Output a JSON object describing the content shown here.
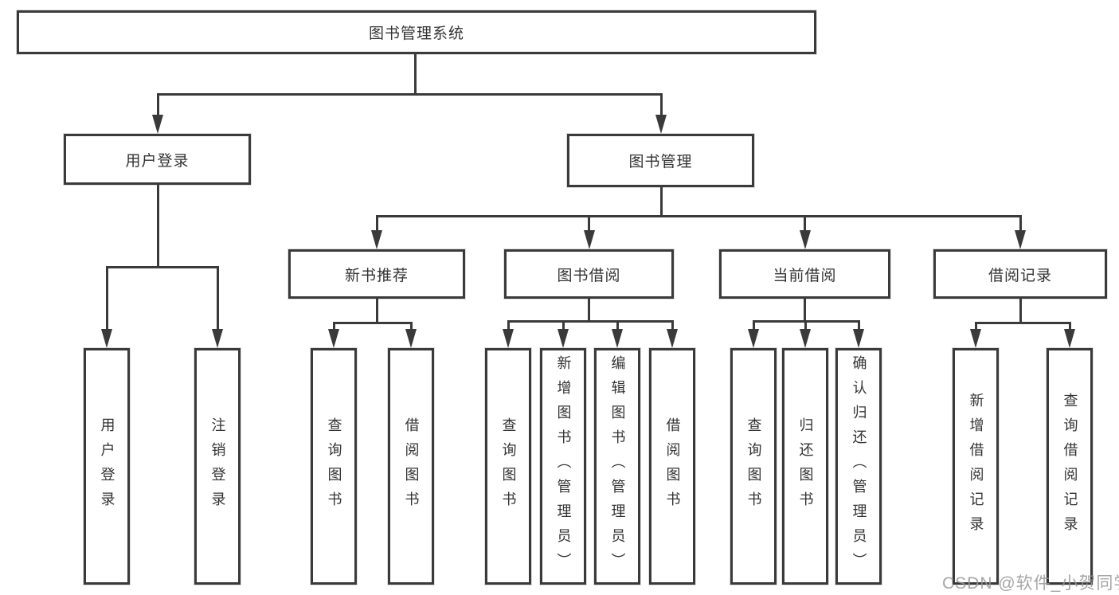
{
  "diagram": {
    "root": {
      "label": "图书管理系统"
    },
    "branches": [
      {
        "label": "用户登录",
        "leaves": [
          {
            "label": "用户登录"
          },
          {
            "label": "注销登录"
          }
        ]
      },
      {
        "label": "图书管理",
        "groups": [
          {
            "label": "新书推荐",
            "leaves": [
              {
                "label": "查询图书"
              },
              {
                "label": "借阅图书"
              }
            ]
          },
          {
            "label": "图书借阅",
            "leaves": [
              {
                "label": "查询图书"
              },
              {
                "label": "新增图书（管理员）"
              },
              {
                "label": "编辑图书（管理员）"
              },
              {
                "label": "借阅图书"
              }
            ]
          },
          {
            "label": "当前借阅",
            "leaves": [
              {
                "label": "查询图书"
              },
              {
                "label": "归还图书"
              },
              {
                "label": "确认归还（管理员）"
              }
            ]
          },
          {
            "label": "借阅记录",
            "leaves": [
              {
                "label": "新增借阅记录"
              },
              {
                "label": "查询借阅记录"
              }
            ]
          }
        ]
      }
    ]
  },
  "watermark": {
    "text": "CSDN @软件_小贺同学",
    "color": "#b0b0b0"
  },
  "colors": {
    "line": "#3a3a3a",
    "text": "#333333",
    "background": "#ffffff"
  }
}
